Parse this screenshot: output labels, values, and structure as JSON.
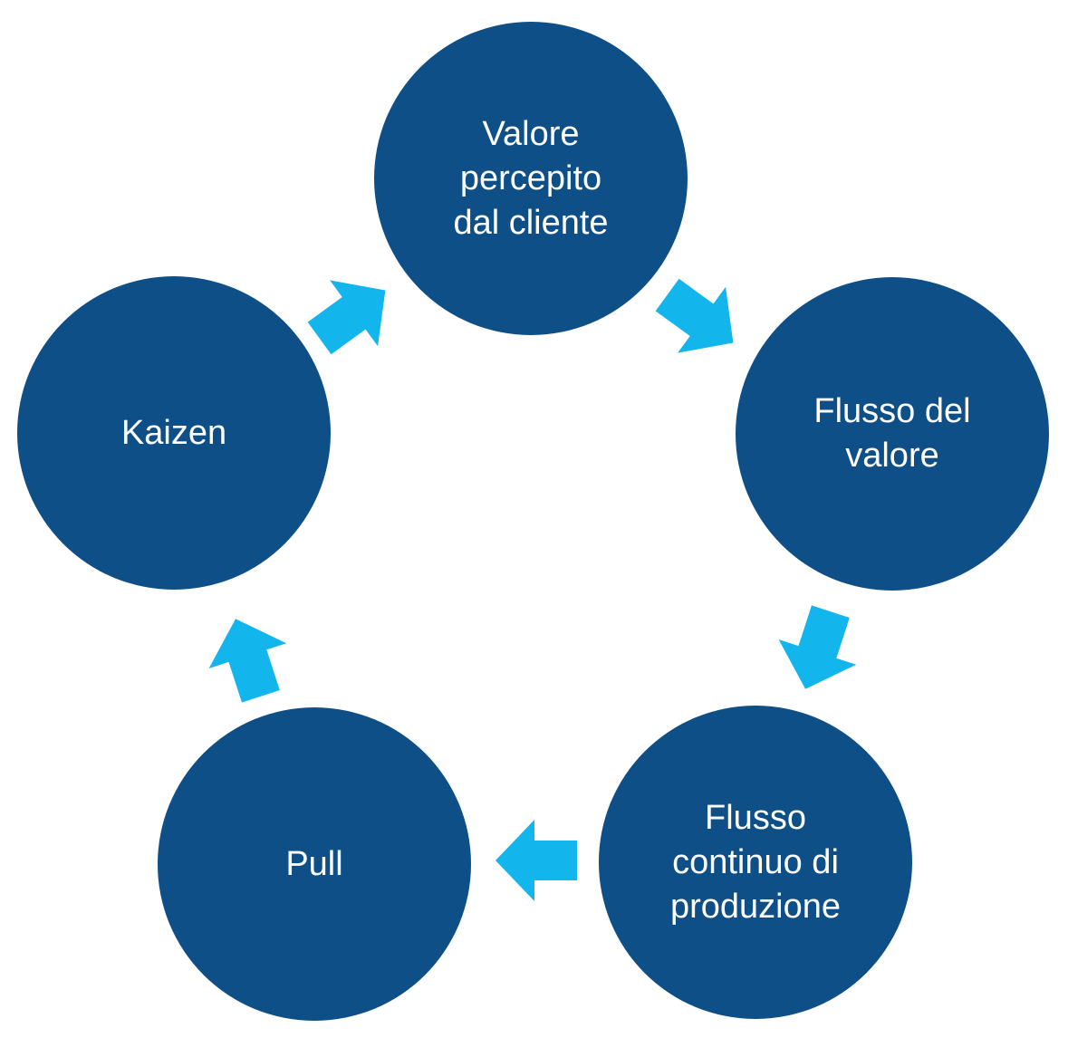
{
  "colors": {
    "node_fill": "#0d4f86",
    "arrow_fill": "#13b6ec",
    "text": "#ffffff"
  },
  "nodes": [
    {
      "id": "valore-percepito",
      "lines": [
        "Valore",
        "percepito",
        "dal cliente"
      ]
    },
    {
      "id": "flusso-valore",
      "lines": [
        "Flusso del",
        "valore"
      ]
    },
    {
      "id": "flusso-continuo",
      "lines": [
        "Flusso",
        "continuo di",
        "produzione"
      ]
    },
    {
      "id": "pull",
      "lines": [
        "Pull"
      ]
    },
    {
      "id": "kaizen",
      "lines": [
        "Kaizen"
      ]
    }
  ],
  "arrow_icons": [
    "arrow-right-icon",
    "arrow-right-icon",
    "arrow-right-icon",
    "arrow-right-icon",
    "arrow-right-icon"
  ]
}
